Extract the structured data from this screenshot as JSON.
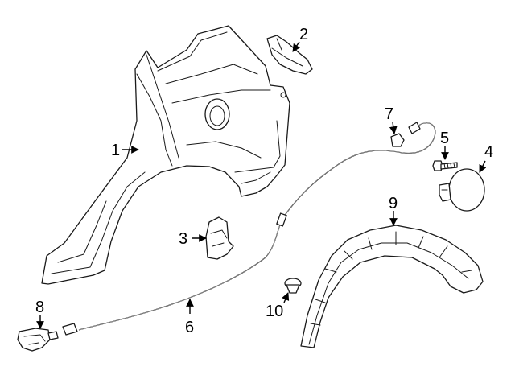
{
  "diagram": {
    "callouts": [
      {
        "id": "1",
        "label": "1"
      },
      {
        "id": "2",
        "label": "2"
      },
      {
        "id": "3",
        "label": "3"
      },
      {
        "id": "4",
        "label": "4"
      },
      {
        "id": "5",
        "label": "5"
      },
      {
        "id": "6",
        "label": "6"
      },
      {
        "id": "7",
        "label": "7"
      },
      {
        "id": "8",
        "label": "8"
      },
      {
        "id": "9",
        "label": "9"
      },
      {
        "id": "10",
        "label": "10"
      }
    ],
    "colors": {
      "line": "#1a1a1a",
      "background": "#ffffff"
    }
  }
}
